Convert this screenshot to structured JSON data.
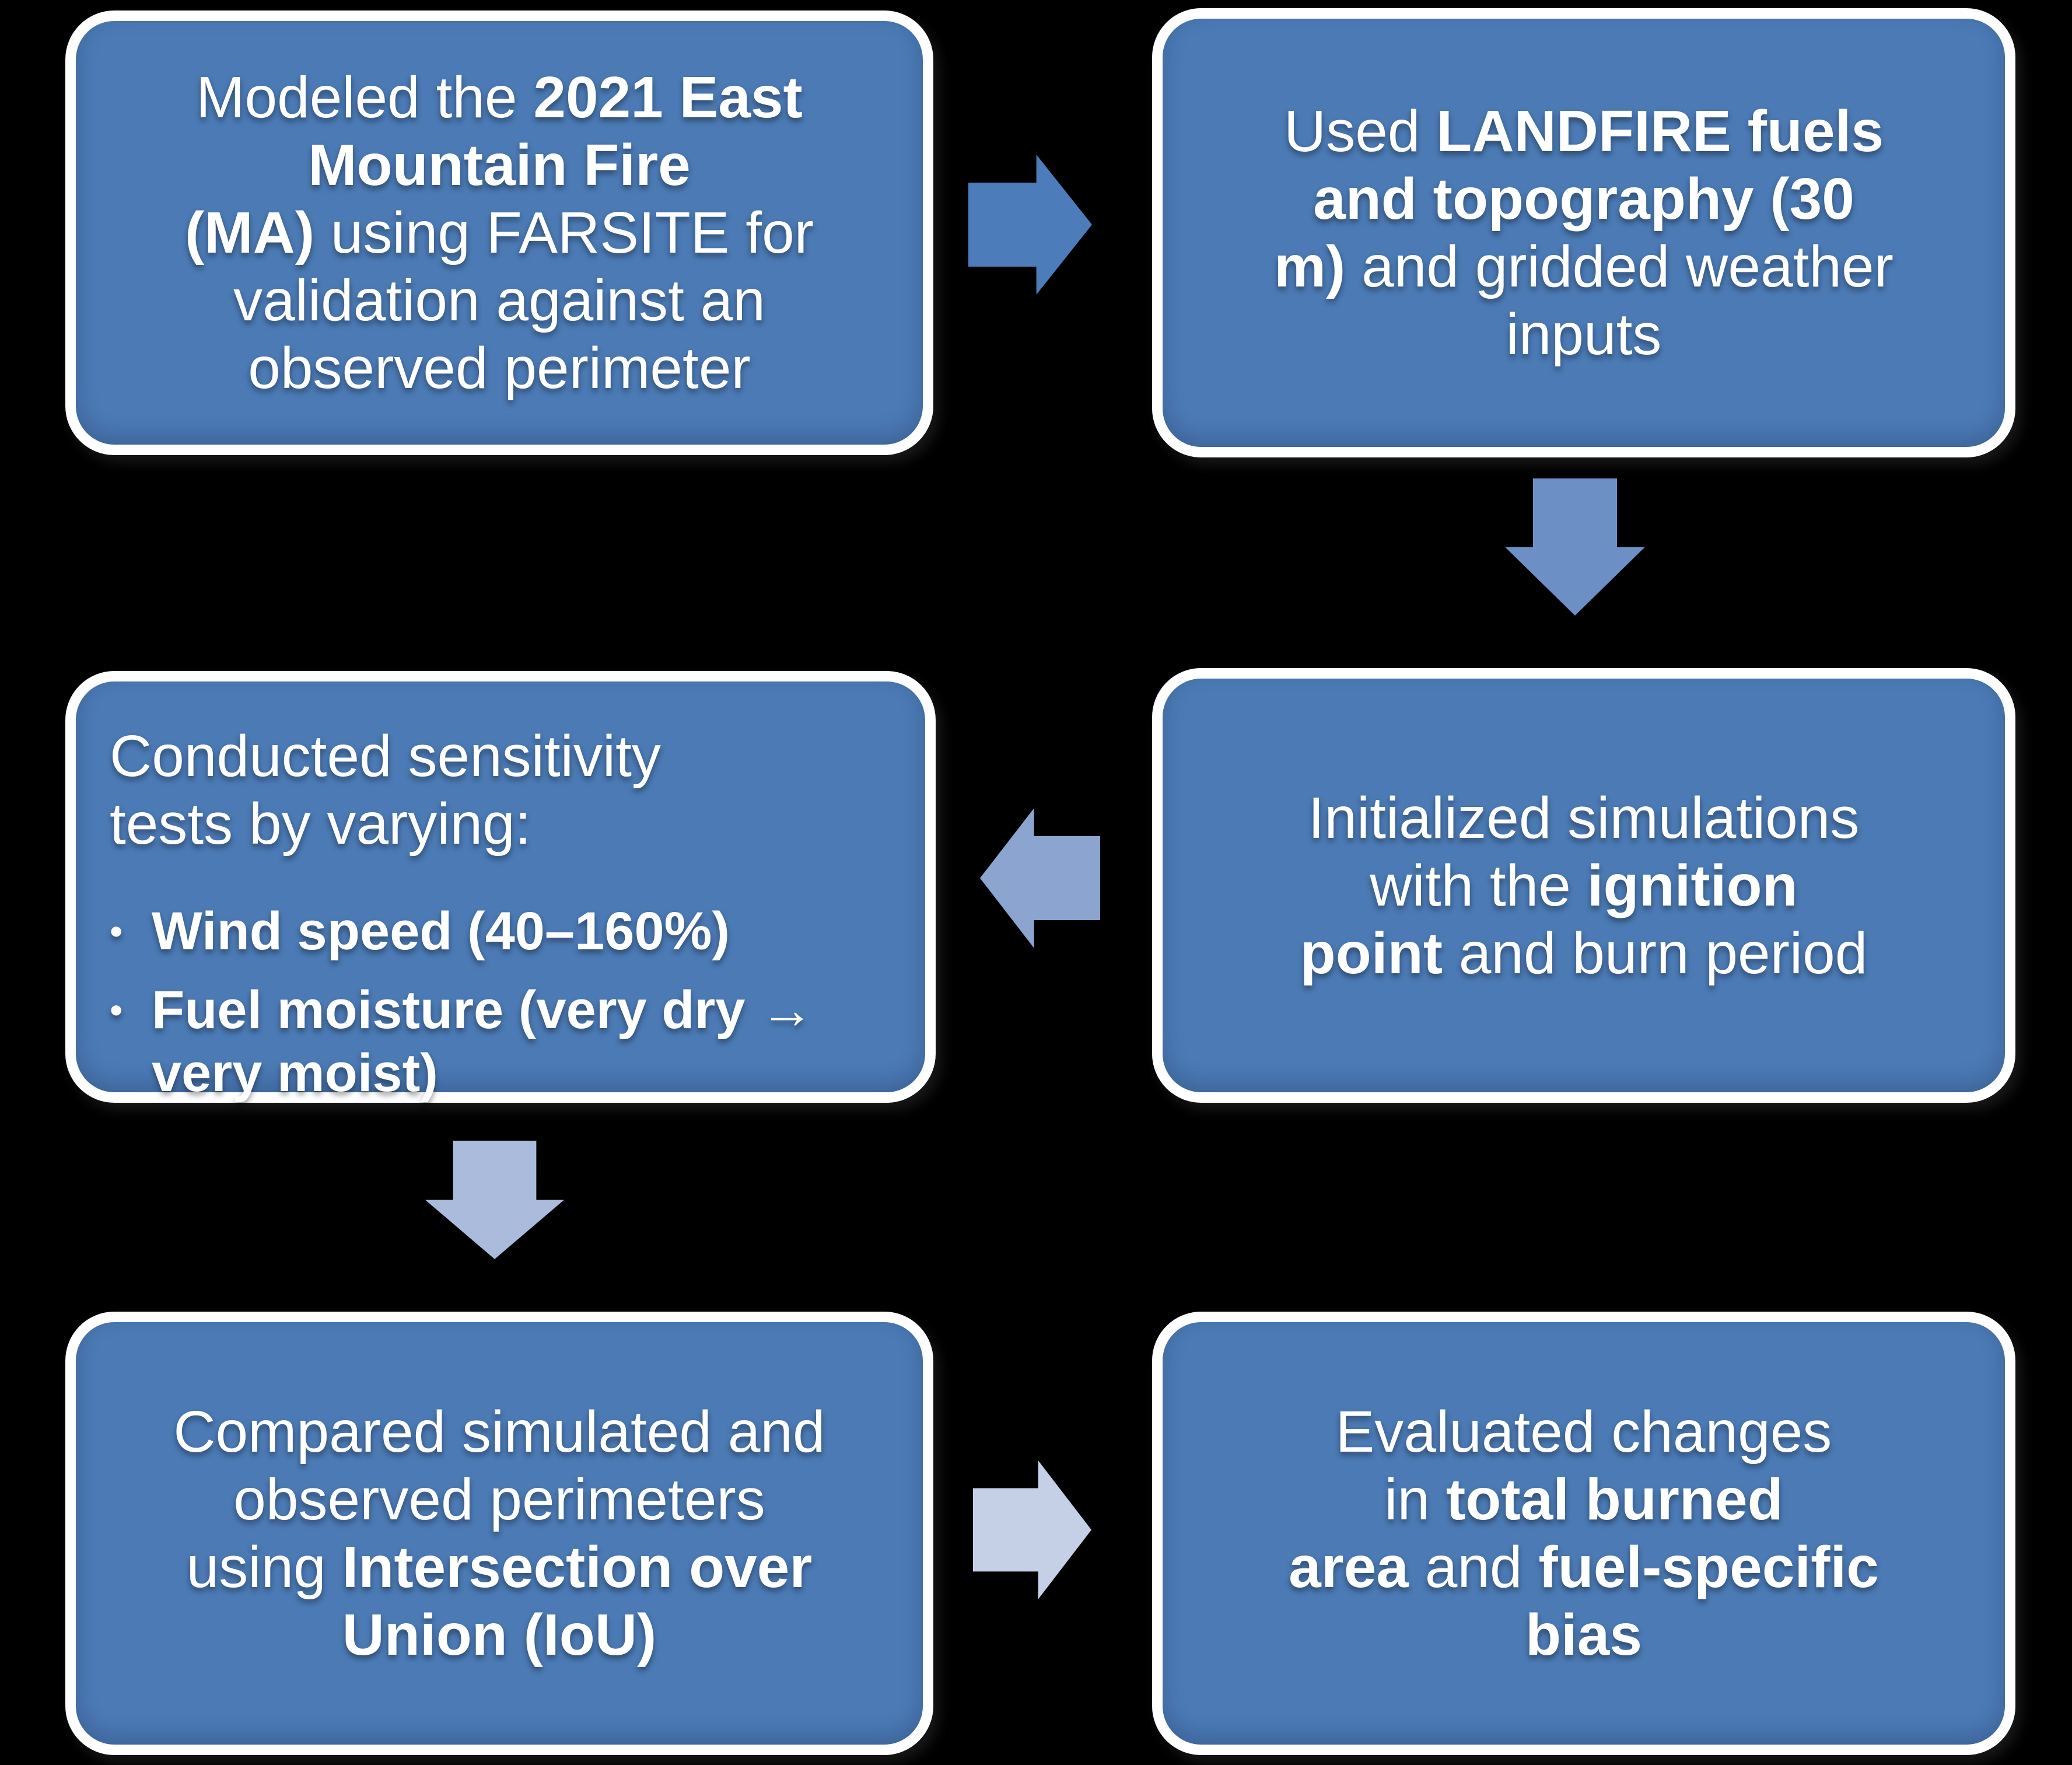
{
  "colors": {
    "background": "#000000",
    "box_fill": "#4b7ab5",
    "box_border": "#ffffff",
    "text": "#ffffff",
    "arrow_step1_to_2": "#4d7cbb",
    "arrow_step2_to_3": "#6c8fc6",
    "arrow_step3_to_4": "#8ba4d0",
    "arrow_step4_to_5": "#aabbdc",
    "arrow_step5_to_6": "#c5d0e7"
  },
  "steps": [
    {
      "id": 1,
      "segments": [
        "Modeled the ",
        "2021 East",
        "Mountain Fire",
        "(MA)",
        " using FARSITE for",
        "validation against an",
        "observed perimeter"
      ]
    },
    {
      "id": 2,
      "segments": [
        "Used ",
        "LANDFIRE fuels",
        "and topography (30",
        "m)",
        " and gridded weather",
        "inputs"
      ]
    },
    {
      "id": 3,
      "segments": [
        "Initialized simulations",
        "with the ",
        "ignition",
        "point",
        " and burn period"
      ]
    },
    {
      "id": 4,
      "heading": [
        "Conducted sensitivity",
        "tests by varying:"
      ],
      "bullets": [
        {
          "marker": "•",
          "lines": [
            "Wind speed (40–160%)"
          ]
        },
        {
          "marker": "•",
          "lines": [
            "Fuel moisture (very dry →",
            "very moist)"
          ]
        }
      ]
    },
    {
      "id": 5,
      "segments": [
        "Compared simulated and",
        "observed perimeters",
        "using ",
        "Intersection over",
        "Union (IoU)"
      ]
    },
    {
      "id": 6,
      "segments": [
        "Evaluated changes",
        "in ",
        "total burned",
        "area",
        " and ",
        "fuel-specific",
        "bias"
      ]
    }
  ],
  "arrows": [
    {
      "direction": "right",
      "from_step": 1,
      "to_step": 2,
      "color": "#4d7cbb"
    },
    {
      "direction": "down",
      "from_step": 2,
      "to_step": 3,
      "color": "#6c8fc6"
    },
    {
      "direction": "left",
      "from_step": 3,
      "to_step": 4,
      "color": "#8ba4d0"
    },
    {
      "direction": "down",
      "from_step": 4,
      "to_step": 5,
      "color": "#aabbdc"
    },
    {
      "direction": "right",
      "from_step": 5,
      "to_step": 6,
      "color": "#c5d0e7"
    }
  ]
}
